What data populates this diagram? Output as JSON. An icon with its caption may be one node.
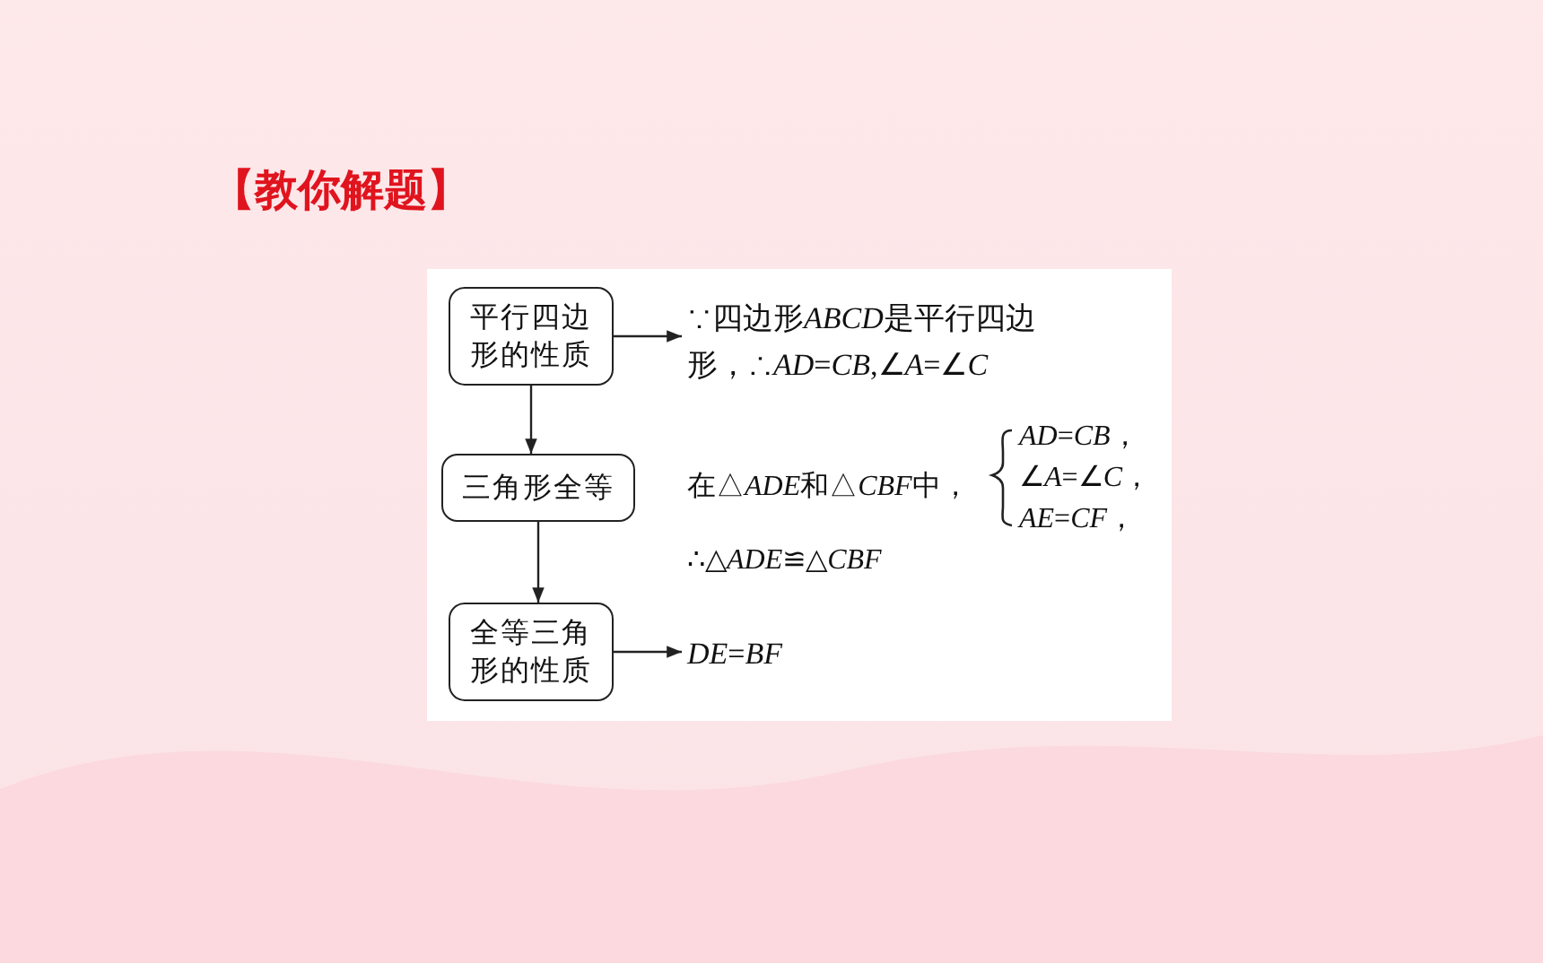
{
  "diagram": {
    "title": "【教你解题】",
    "nodes": [
      {
        "text": [
          "平行四边形的性质"
        ]
      },
      {
        "text": [
          "∵四边形ABCD是平行四边形，∴AD=CB,∠A=∠C"
        ]
      },
      {
        "text": [
          "三角形全等"
        ]
      },
      {
        "text": [
          "全等三角形的性质"
        ]
      },
      {
        "text": [
          "DE=BF"
        ]
      }
    ],
    "edges": [
      {
        "from": 0,
        "to": 1,
        "arrow": "to"
      },
      {
        "from": 0,
        "to": 2,
        "arrow": "to"
      },
      {
        "from": 2,
        "to": 3,
        "arrow": "to"
      },
      {
        "from": 3,
        "to": 4,
        "arrow": "to"
      }
    ],
    "labels": [
      "在△ADE和△CBF中，",
      "AD=CB，",
      "∠A=∠C，",
      "AE=CF，",
      "∴△ADE≌△CBF"
    ]
  }
}
